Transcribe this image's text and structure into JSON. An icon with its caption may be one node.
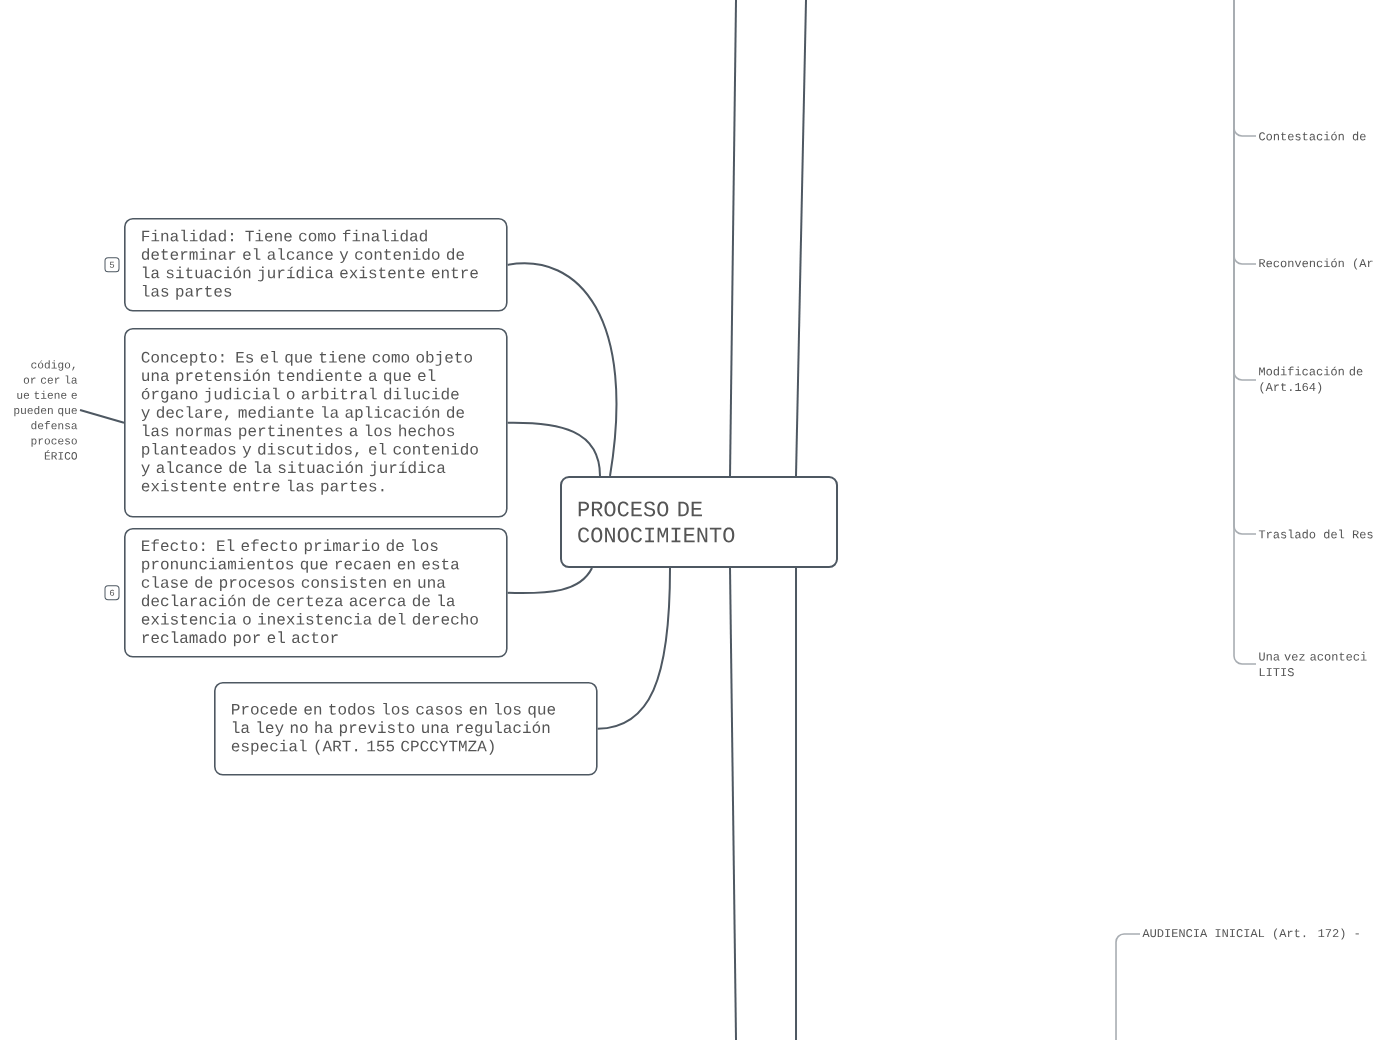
{
  "diagram": {
    "nodes": [
      {
        "text": [
          "PROCESO DE CONOCIMIENTO"
        ]
      },
      {
        "text": [
          "Finalidad: Tiene como finalidad determinar el alcance y contenido de la situación jurídica existente entre las partes"
        ],
        "beside": [
          "5"
        ]
      },
      {
        "text": [
          "Concepto: Es el que tiene como objeto una pretensión tendiente a que el órgano judicial o arbitral dilucide y declare, mediante la aplicación de las normas pertinentes a los hechos planteados y discutidos, el contenido y alcance de la situación jurídica existente entre las partes."
        ]
      },
      {
        "text": [
          "Efecto: El efecto primario de los pronunciamientos que recaen en esta clase de procesos consisten en una declaración de certeza acerca de la existencia o inexistencia del derecho reclamado por el actor"
        ],
        "beside": [
          "6"
        ]
      },
      {
        "text": [
          "Procede en todos los casos en los que la ley no ha previsto una regulación especial (ART. 155 CPCCYTMZA)"
        ]
      },
      {
        "text": [
          "código, or cer la ue tiene e pueden que defensa proceso ÉRICO"
        ]
      },
      {
        "text": [
          "Contestación de"
        ]
      },
      {
        "text": [
          "Reconvención (Ar"
        ]
      },
      {
        "text": [
          "Modificación de (Art.164)"
        ]
      },
      {
        "text": [
          "Traslado del Res"
        ]
      },
      {
        "text": [
          "Una vez aconteci LITIS"
        ]
      },
      {
        "text": [
          "AUDIENCIA INICIAL (Art. 172) -"
        ]
      }
    ],
    "edges": [
      {
        "from": 0,
        "to": 1,
        "arrow": "none"
      },
      {
        "from": 0,
        "to": 2,
        "arrow": "none"
      },
      {
        "from": 0,
        "to": 3,
        "arrow": "none"
      },
      {
        "from": 0,
        "to": 4,
        "arrow": "none"
      },
      {
        "from": 2,
        "to": 5,
        "arrow": "none"
      },
      {
        "from": 0,
        "to": null,
        "arrow": "none"
      },
      {
        "from": 0,
        "to": null,
        "arrow": "none"
      },
      {
        "from": 0,
        "to": null,
        "arrow": "none"
      },
      {
        "from": 0,
        "to": null,
        "arrow": "none"
      },
      {
        "from": null,
        "to": 6,
        "arrow": "none"
      },
      {
        "from": null,
        "to": 7,
        "arrow": "none"
      },
      {
        "from": null,
        "to": 8,
        "arrow": "none"
      },
      {
        "from": null,
        "to": 9,
        "arrow": "none"
      },
      {
        "from": null,
        "to": 10,
        "arrow": "none"
      },
      {
        "from": null,
        "to": 11,
        "arrow": "none"
      }
    ]
  }
}
